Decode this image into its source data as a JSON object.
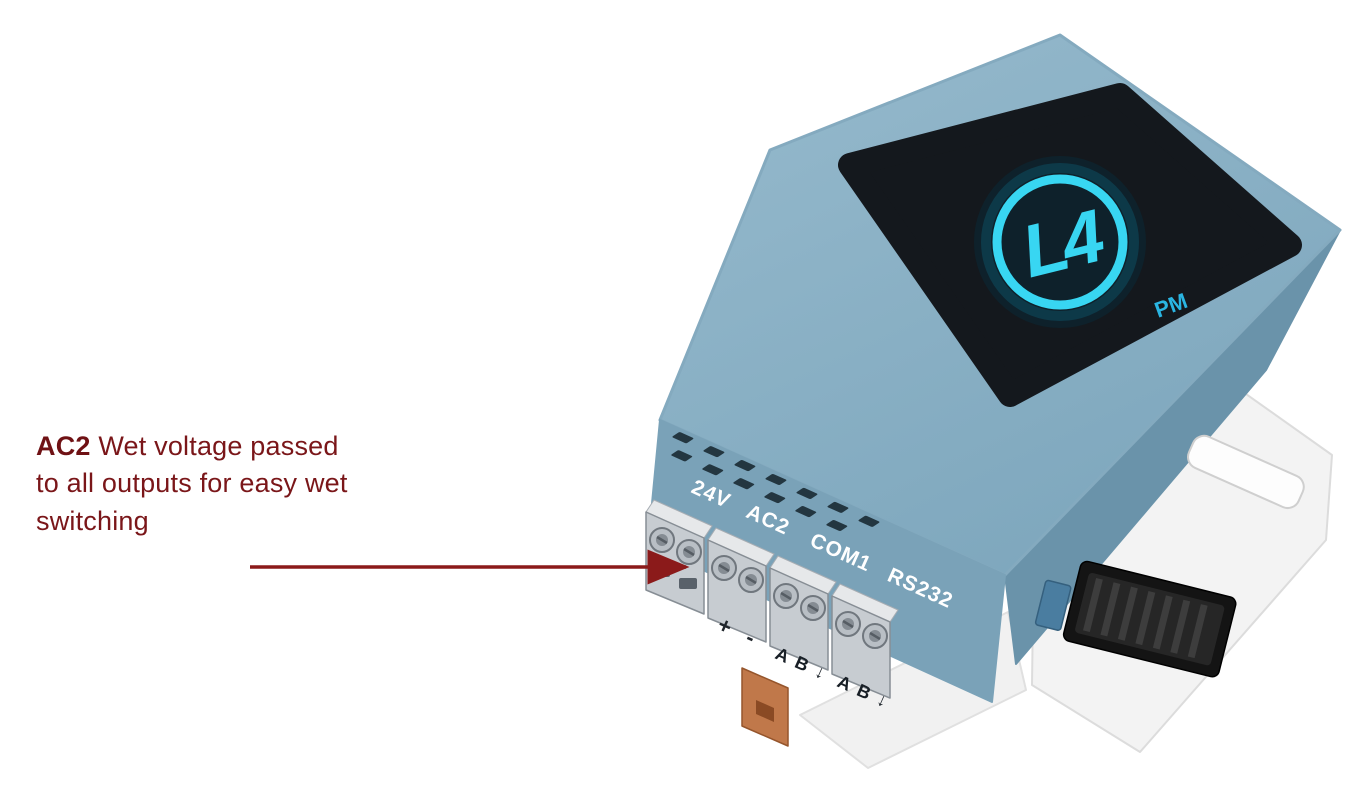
{
  "annotation": {
    "term": "AC2",
    "text": " Wet voltage passed to all outputs for easy wet switching"
  },
  "device": {
    "display": {
      "logo": "L4",
      "badge": "PM"
    },
    "port_labels": [
      "24V",
      "AC2",
      "COM1",
      "RS232"
    ],
    "polarity_mark": "+",
    "terminal_markings": [
      "+ -",
      "A B ↓",
      "A B ↓"
    ],
    "colors": {
      "body_top": "#8ab0c4",
      "body_front": "#7aa2b8",
      "body_right": "#6a93aa",
      "panel": "#14181d",
      "accent": "#38d6f2",
      "badge_color": "#2ab5e2",
      "annotation_text": "#7a1619",
      "arrow": "#8b1a1a",
      "clip": "#c0784a",
      "base_plate": "#f3f3f3"
    }
  }
}
